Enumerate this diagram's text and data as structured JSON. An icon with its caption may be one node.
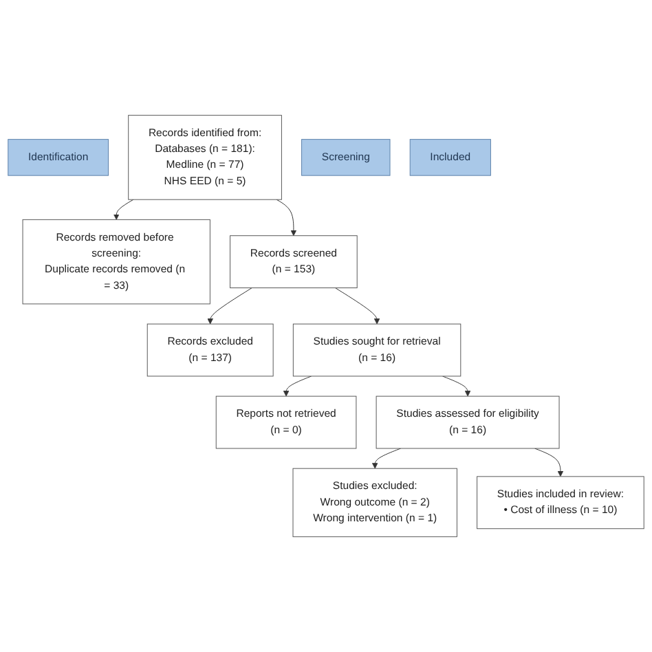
{
  "diagram": {
    "nodes": [
      {
        "text": [
          "Identification"
        ]
      },
      {
        "text": [
          "Records identified from:",
          "Databases (n = 181):",
          "Medline (n = 77)",
          "NHS EED (n = 5)"
        ]
      },
      {
        "text": [
          "Records removed before screening:",
          "Duplicate records removed (n = 33)"
        ]
      },
      {
        "text": [
          "Screening"
        ]
      },
      {
        "text": [
          "Records screened",
          "(n = 153)"
        ]
      },
      {
        "text": [
          "Records excluded",
          "(n = 137)"
        ]
      },
      {
        "text": [
          "Studies sought for retrieval",
          "(n = 16)"
        ]
      },
      {
        "text": [
          "Reports not retrieved",
          "(n = 0)"
        ]
      },
      {
        "text": [
          "Studies assessed for eligibility",
          "(n = 16)"
        ]
      },
      {
        "text": [
          "Studies excluded:",
          "Wrong outcome (n = 2)",
          "Wrong intervention (n = 1)"
        ]
      },
      {
        "text": [
          "Included"
        ]
      },
      {
        "text": [
          "Studies included in review:",
          "• Cost of illness (n = 10)"
        ]
      }
    ],
    "edges": [
      {
        "from": 1,
        "to": 2,
        "arrow": "to"
      },
      {
        "from": 1,
        "to": 4,
        "arrow": "to"
      },
      {
        "from": 4,
        "to": 5,
        "arrow": "to"
      },
      {
        "from": 4,
        "to": 6,
        "arrow": "to"
      },
      {
        "from": 6,
        "to": 7,
        "arrow": "to"
      },
      {
        "from": 6,
        "to": 8,
        "arrow": "to"
      },
      {
        "from": 8,
        "to": 9,
        "arrow": "to"
      },
      {
        "from": 8,
        "to": 11,
        "arrow": "to"
      }
    ]
  }
}
